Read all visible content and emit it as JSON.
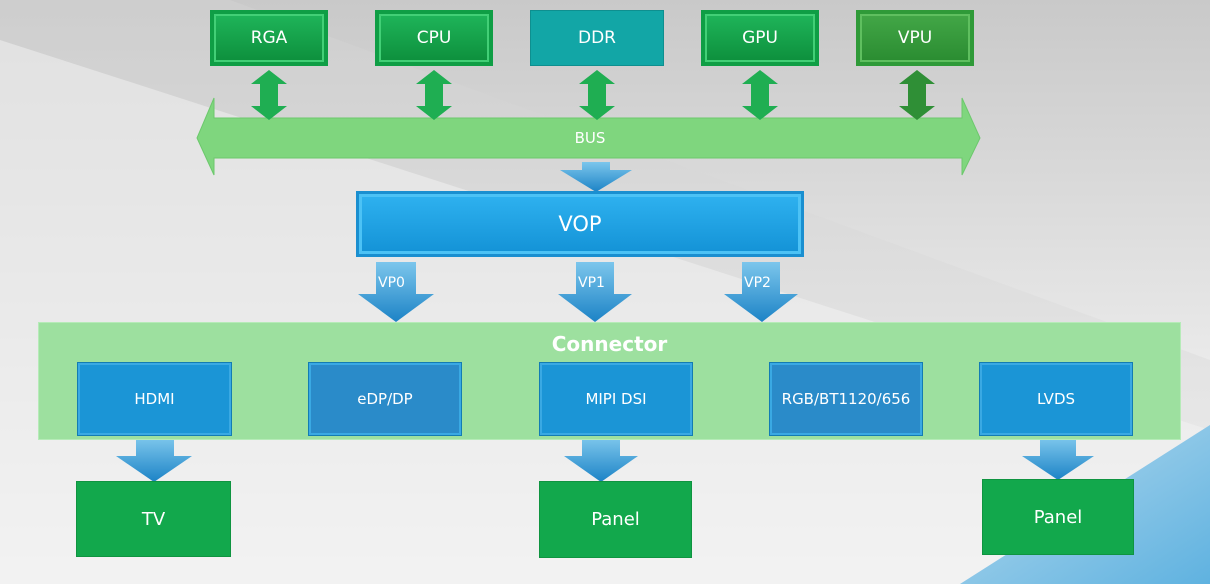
{
  "top_blocks": [
    {
      "label": "RGA"
    },
    {
      "label": "CPU"
    },
    {
      "label": "DDR"
    },
    {
      "label": "GPU"
    },
    {
      "label": "VPU"
    }
  ],
  "bus": {
    "label": "BUS"
  },
  "vop": {
    "label": "VOP"
  },
  "ports": [
    "VP0",
    "VP1",
    "VP2"
  ],
  "connector": {
    "title": "Connector",
    "interfaces": [
      "HDMI",
      "eDP/DP",
      "MIPI DSI",
      "RGB/BT1120/656",
      "LVDS"
    ]
  },
  "outputs": [
    "TV",
    "Panel",
    "Panel"
  ],
  "colors": {
    "green": "#12a84c",
    "teal": "#12a6a6",
    "blue": "#1b95d6",
    "light_green": "#7fd67e",
    "connector_bg": "#9de09f"
  }
}
